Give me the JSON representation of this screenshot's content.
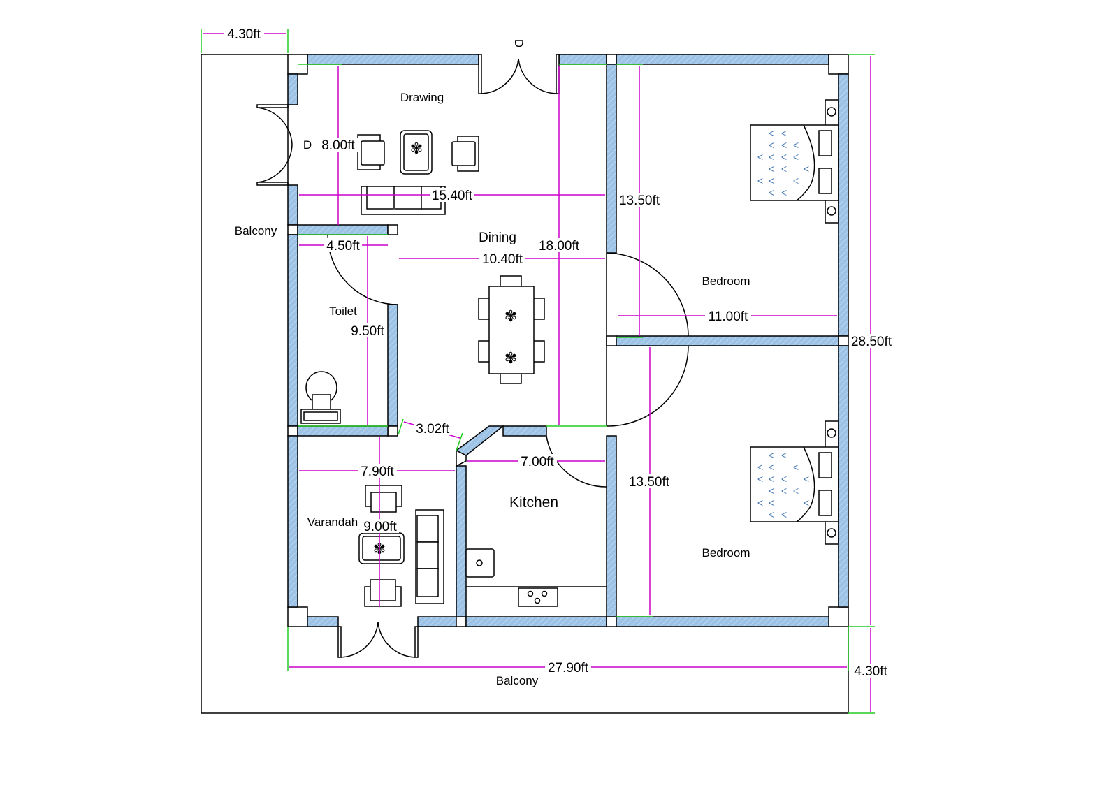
{
  "plan": {
    "rooms": {
      "drawing": "Drawing",
      "dining": "Dining",
      "toilet": "Toilet",
      "varandah": "Varandah",
      "kitchen": "Kitchen",
      "bedroom_top": "Bedroom",
      "bedroom_bottom": "Bedroom",
      "balcony_left": "Balcony",
      "balcony_bottom": "Balcony"
    },
    "door_marks": {
      "top": "D",
      "left": "D"
    },
    "dimensions": {
      "balcony_left_width": "4.30ft",
      "drawing_height": "8.00ft",
      "drawing_width": "15.40ft",
      "toilet_width": "4.50ft",
      "dining_width": "10.40ft",
      "dining_height": "18.00ft",
      "bedroom_top_height": "13.50ft",
      "bedroom_width": "11.00ft",
      "toilet_height": "9.50ft",
      "passage_width": "3.02ft",
      "varandah_width": "7.90ft",
      "kitchen_width": "7.00ft",
      "varandah_height": "9.00ft",
      "bedroom_bottom_height": "13.50ft",
      "overall_height": "28.50ft",
      "overall_width": "27.90ft",
      "balcony_bottom_depth": "4.30ft"
    },
    "colors": {
      "wall_fill": "#9cc3e6",
      "dimension_line": "#cc00cc",
      "extension_line": "#22cc22",
      "bed_pattern": "#3b6fb0"
    }
  }
}
